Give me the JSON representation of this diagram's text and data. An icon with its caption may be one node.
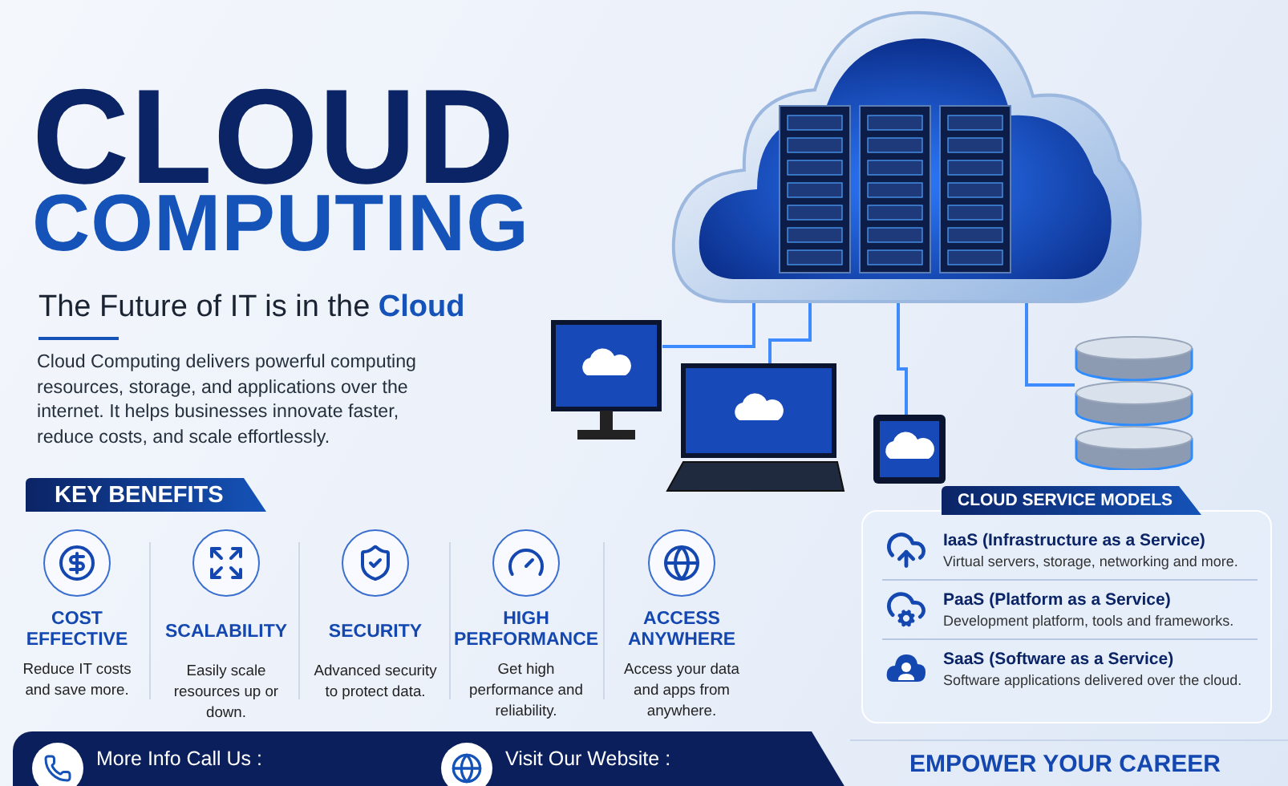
{
  "diagram": {
    "title": "CLOUD COMPUTING",
    "nodes": [
      {
        "text": [],
        "shape": "cloud"
      },
      {
        "text": [],
        "shape": "picture"
      },
      {
        "text": [],
        "shape": "picture"
      },
      {
        "text": [],
        "shape": "picture"
      },
      {
        "text": [],
        "shape": "cylinder"
      },
      {
        "text": [
          "CLOUD SERVICE MODELS",
          "IaaS (Infrastructure as a Service)",
          "Virtual servers, storage, networking and more.",
          "PaaS (Platform as a Service)",
          "Development platform, tools and frameworks.",
          "SaaS (Software as a Service)",
          "Software applications delivered over the cloud."
        ]
      },
      {
        "text": [
          "More Info Call Us :",
          "Visit Our Website :"
        ]
      }
    ],
    "edges": [
      {
        "from": 0,
        "to": 1,
        "arrow": "none"
      },
      {
        "from": 0,
        "to": 2,
        "arrow": "none"
      },
      {
        "from": 0,
        "to": 3,
        "arrow": "none"
      },
      {
        "from": 0,
        "to": 4,
        "arrow": "none"
      }
    ],
    "labels": [
      "The Future of IT is in the **Cloud**",
      "Cloud Computing delivers powerful computing resources, storage, and applications over the internet. It helps businesses innovate faster, reduce costs, and scale effortlessly.",
      "KEY BENEFITS",
      "COST EFFECTIVE",
      "Reduce IT costs and save more.",
      "SCALABILITY",
      "Easily scale resources up or down.",
      "SECURITY",
      "Advanced security to protect data.",
      "HIGH PERFORMANCE",
      "Get high performance and reliability.",
      "ACCESS ANYWHERE",
      "Access your data and apps from anywhere.",
      "EMPOWER YOUR CAREER"
    ]
  }
}
